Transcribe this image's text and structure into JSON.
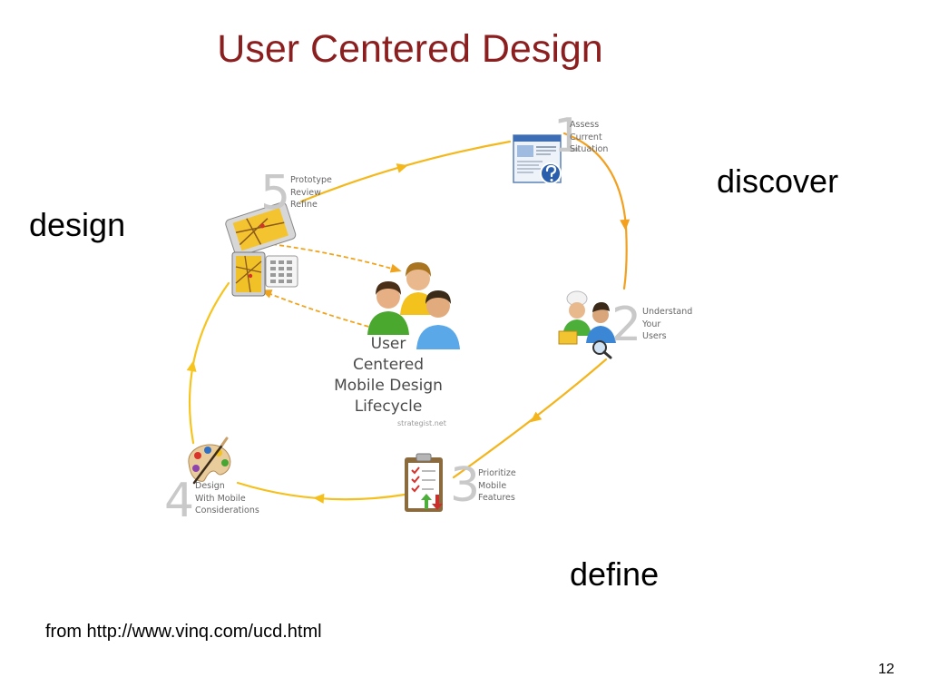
{
  "slide": {
    "title": "User Centered Design",
    "phases": {
      "discover": "discover",
      "design": "design",
      "define": "define"
    },
    "source": "from http://www.vinq.com/ucd.html",
    "page_number": "12"
  },
  "diagram": {
    "center": {
      "lines": [
        "User",
        "Centered",
        "Mobile Design",
        "Lifecycle"
      ],
      "credit": "strategist.net",
      "icon": "user-group-icon"
    },
    "stages": [
      {
        "number": "1",
        "lines": [
          "Assess",
          "Current",
          "Situation"
        ],
        "icon": "browser-window-question-icon"
      },
      {
        "number": "2",
        "lines": [
          "Understand",
          "Your",
          "Users"
        ],
        "icon": "users-research-icon"
      },
      {
        "number": "3",
        "lines": [
          "Prioritize",
          "Mobile",
          "Features"
        ],
        "icon": "clipboard-checklist-icon"
      },
      {
        "number": "4",
        "lines": [
          "Design",
          "With Mobile",
          "Considerations"
        ],
        "icon": "paint-palette-icon"
      },
      {
        "number": "5",
        "lines": [
          "Prototype",
          "Review",
          "Refine"
        ],
        "icon": "mobile-phones-icon"
      }
    ]
  },
  "colors": {
    "title": "#8B1E1E",
    "cycle_arrow": "#F5B81E",
    "stage_numeral": "#C9C9C9",
    "stage_text": "#666666",
    "center_text": "#4A4A4A"
  }
}
